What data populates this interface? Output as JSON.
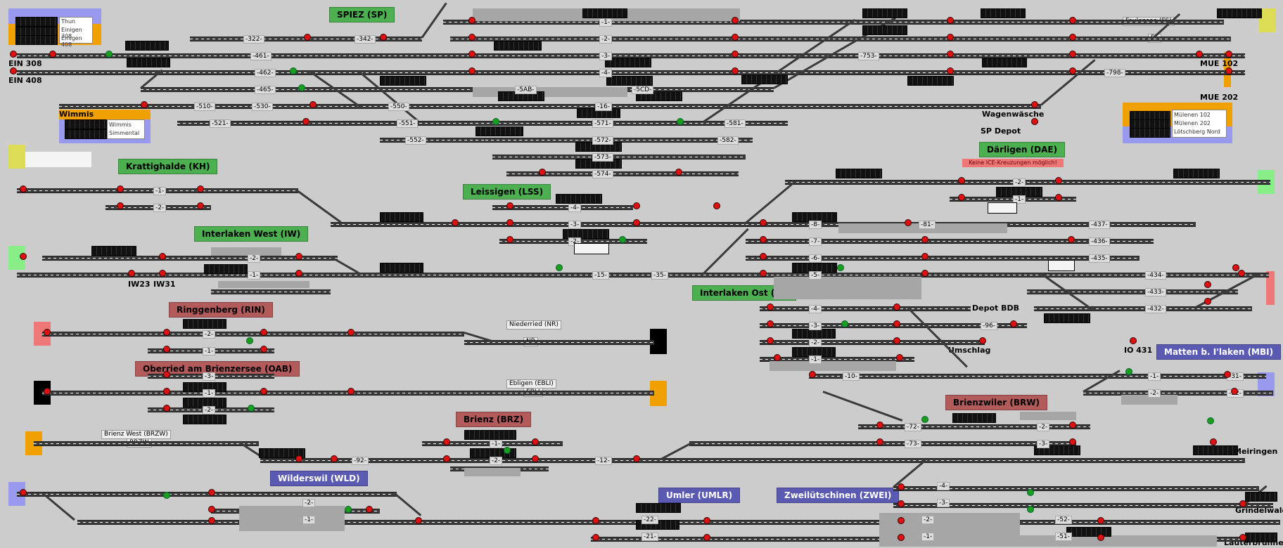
{
  "colors": {
    "background": "#cccccc",
    "station_green": "#4caf50",
    "station_red": "#b35a5a",
    "station_blue": "#5a5ab3",
    "track": "#3a3a3a",
    "signal_red": "#dd1111",
    "signal_green": "#1b9e1b",
    "ext_orange": "#f0a000",
    "ext_yellow": "#dddd55",
    "ext_lightgreen": "#88ee88",
    "ext_pink": "#ee7777",
    "ext_lilac": "#9999ee"
  },
  "stations": {
    "spiez": "SPIEZ (SP)",
    "krattighalde": "Krattighalde (KH)",
    "leissigen": "Leissigen (LSS)",
    "interlaken_west": "Interlaken West (IW)",
    "interlaken_ost": "Interlaken Ost (IO)",
    "ringgenberg": "Ringgenberg (RIN)",
    "oberried": "Oberried am Brienzersee (OAB)",
    "brienz": "Brienz (BRZ)",
    "wilderswil": "Wilderswil (WLD)",
    "umler": "Umler (UMLR)",
    "zweilutschinen": "Zweilütschinen (ZWEI)",
    "darligen": "Därligen (DAE)",
    "brienzwiler": "Brienzwiler (BRW)",
    "matten": "Matten b. I'laken (MBI)"
  },
  "notes": {
    "darligen_warning": "Keine ICE-Kreuzungen möglich!"
  },
  "labels": {
    "ein308": "EIN 308",
    "ein408": "EIN 408",
    "wimmis": "Wimmis",
    "mue102": "MUE 102",
    "mue202": "MUE 202",
    "wagenwasche": "Wagenwäsche",
    "sp_depot": "SP Depot",
    "iw23": "IW23",
    "iw31": "IW31",
    "depot_bdb": "Depot BDB",
    "umschlag": "Umschlag",
    "io431": "IO 431",
    "meiringen": "Meiringen",
    "grindelwald": "Grindelwald",
    "lauterbrunnen": "Lauterbrunnen"
  },
  "panels": {
    "thun": [
      "Thun",
      "Einigen 308",
      "Einigen 408"
    ],
    "wimmis": [
      "Wimmis",
      "Simmental"
    ],
    "mulenen": [
      "Mülenen 102",
      "Mülenen 202",
      "Lötschberg Nord"
    ]
  },
  "trackboxes": {
    "niederried": "Niederried (NR)",
    "nr": "NR",
    "ebligen": "Ebligen (EBLI)",
    "ebli": "EBLI",
    "brienz_west": "Brienz West (BRZW)",
    "brzw": "BRZW",
    "faulensee": "Faulensee (FS)",
    "fs": "FS",
    "kurz": "kurz"
  },
  "track_numbers": {
    "t322": "-322-",
    "t342": "-342-",
    "t461": "-461-",
    "t462": "-462-",
    "t465": "-465-",
    "t510": "-510-",
    "t530": "-530-",
    "t550": "-550-",
    "t521": "-521-",
    "t551": "-551-",
    "t552": "-552-",
    "t1": "-1-",
    "t2": "-2-",
    "t3": "-3-",
    "t4": "-4-",
    "t5ab": "-5AB-",
    "t5cd": "-5CD-",
    "t16": "-16-",
    "t571": "-571-",
    "t581": "-581-",
    "t572": "-572-",
    "t582": "-582-",
    "t573": "-573-",
    "t574": "-574-",
    "t753": "-753-",
    "t798": "-798-",
    "t15": "-15-",
    "t35": "-35-",
    "t81": "-81-",
    "t437": "-437-",
    "t436": "-436-",
    "t435": "-435-",
    "t434": "-434-",
    "t433": "-433-",
    "t432": "-432-",
    "t8": "-8-",
    "t7": "-7-",
    "t6": "-6-",
    "t5": "-5-",
    "t96": "-96-",
    "t10": "-10-",
    "t31": "-31-",
    "t32": "-32-",
    "t72": "-72-",
    "t73": "-73-",
    "t92": "-92-",
    "t12": "-12-",
    "t22": "-22-",
    "t21": "-21-",
    "t52": "-52-",
    "t51": "-51-"
  }
}
